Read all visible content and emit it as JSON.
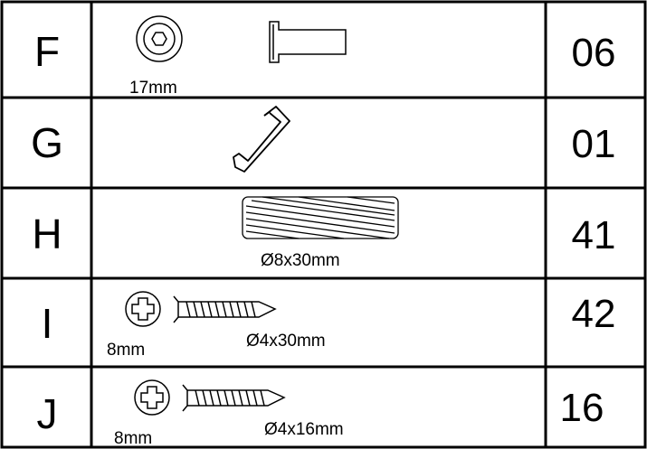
{
  "rows": [
    {
      "letter": "F",
      "quantity": "06",
      "labels": [
        "17mm"
      ],
      "part": "hex-bolt"
    },
    {
      "letter": "G",
      "quantity": "01",
      "labels": [],
      "part": "allen-key"
    },
    {
      "letter": "H",
      "quantity": "41",
      "labels": [
        "Ø8x30mm"
      ],
      "part": "wooden-dowel"
    },
    {
      "letter": "I",
      "quantity": "42",
      "labels": [
        "8mm",
        "Ø4x30mm"
      ],
      "part": "phillips-screw"
    },
    {
      "letter": "J",
      "quantity": "16",
      "labels": [
        "8mm",
        "Ø4x16mm"
      ],
      "part": "phillips-screw"
    }
  ]
}
